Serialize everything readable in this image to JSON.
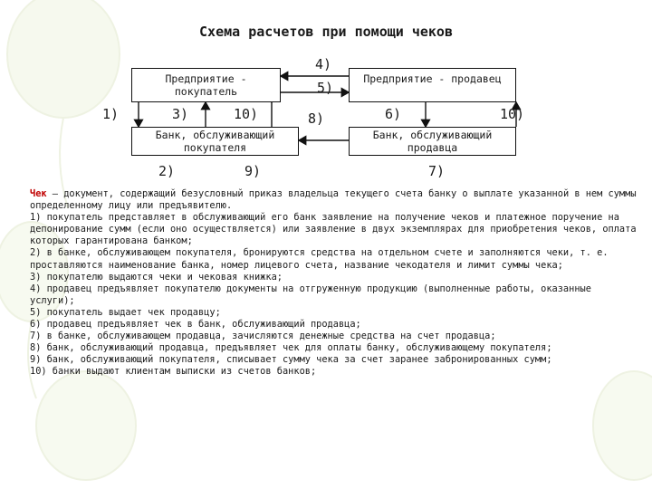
{
  "title": "Схема расчетов при помощи чеков",
  "boxes": {
    "buyer": "Предприятие - покупатель",
    "seller": "Предприятие - продавец",
    "buyer_bank": "Банк, обслуживающий покупателя",
    "seller_bank": "Банк, обслуживающий продавца"
  },
  "steps": {
    "s1": "1)",
    "s2": "2)",
    "s3": "3)",
    "s4": "4)",
    "s5": "5)",
    "s6": "6)",
    "s7": "7)",
    "s8": "8)",
    "s9": "9)",
    "s10a": "10)",
    "s10b": "10)"
  },
  "definition": {
    "term": "Чек",
    "text": " – документ, содержащий безусловный приказ владельца текущего счета банку о выплате указанной в нем суммы определенному лицу или предъявителю."
  },
  "items": [
    "1) покупатель представляет в обслуживающий его банк заявление на получение чеков и платежное поручение на депонирование сумм (если оно осуществляется) или заявление в двух экземплярах для приобретения чеков, оплата которых гарантирована банком;",
    "2) в банке, обслуживающем покупателя, бронируются средства на отдельном счете и заполняются чеки, т. е. проставляются наименование банка, номер лицевого счета, название чекодателя и лимит суммы чека;",
    "3) покупателю выдаются чеки и чековая книжка;",
    "4) продавец предъявляет покупателю документы на отгруженную продукцию (выполненные работы, оказанные услуги);",
    "5) покупатель выдает чек продавцу;",
    "6) продавец предъявляет чек в банк, обслуживающий продавца;",
    "7) в банке, обслуживающем продавца, зачисляются денежные средства на счет продавца;",
    "8) банк, обслуживающий продавца, предъявляет чек для оплаты банку, обслуживающему покупателя;",
    "9) банк, обслуживающий покупателя, списывает сумму чека за счет заранее забронированных сумм;",
    "10) банки выдают клиентам выписки из счетов банков;"
  ],
  "colors": {
    "term": "#c00000",
    "balloon": "#e9f0d6"
  }
}
